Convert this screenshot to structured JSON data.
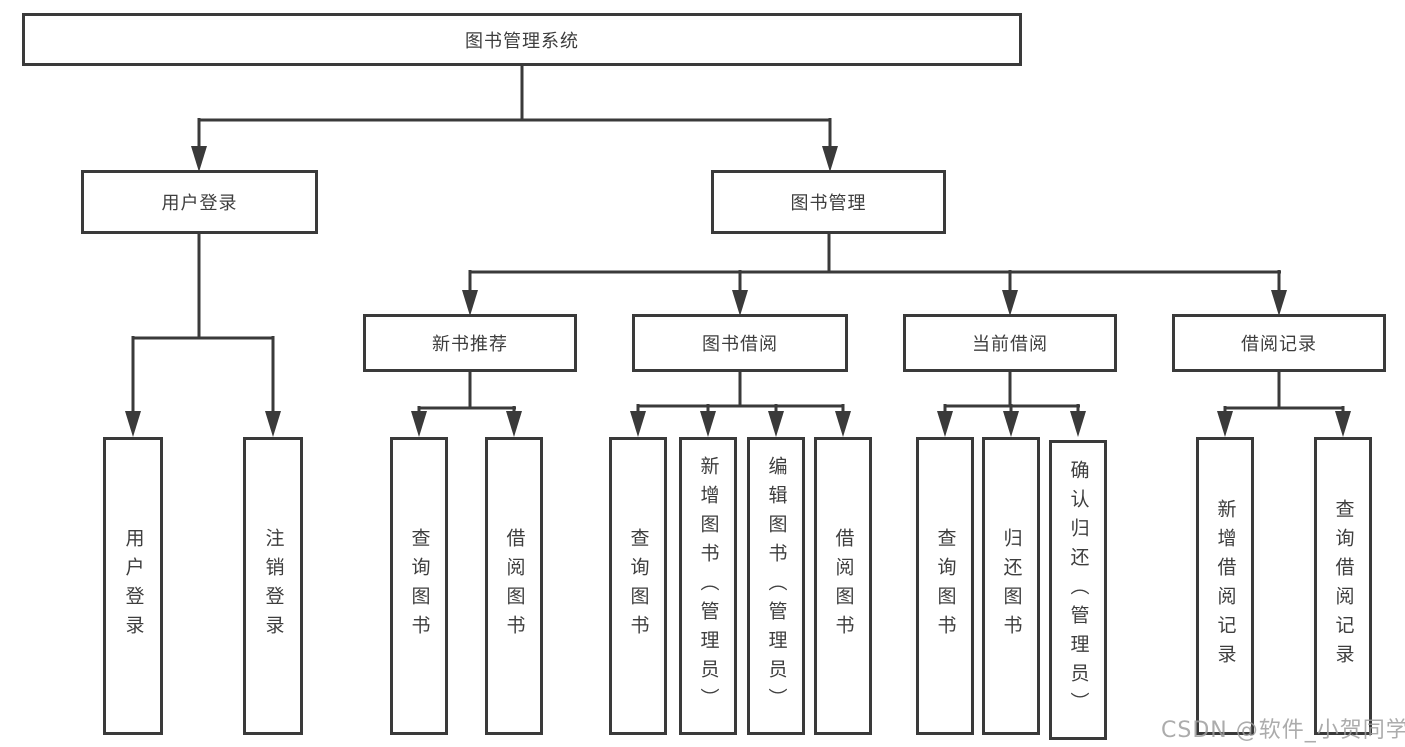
{
  "diagram": {
    "root": "图书管理系统",
    "level2": {
      "user_login": "用户登录",
      "book_mgmt": "图书管理"
    },
    "level3": {
      "new_book_rec": "新书推荐",
      "book_borrow": "图书借阅",
      "current_borrow": "当前借阅",
      "borrow_records": "借阅记录"
    },
    "leaves": {
      "login_login": "用户登录",
      "login_logout": "注销登录",
      "newbook_query": "查询图书",
      "newbook_borrow": "借阅图书",
      "borrow_query": "查询图书",
      "borrow_add": "新增图书（管理员）",
      "borrow_edit": "编辑图书（管理员）",
      "borrow_borrow": "借阅图书",
      "current_query": "查询图书",
      "current_return": "归还图书",
      "current_confirm": "确认归还（管理员）",
      "records_add": "新增借阅记录",
      "records_query": "查询借阅记录"
    },
    "colors": {
      "line": "#3a3a3a",
      "text": "#3e3e3e",
      "background": "#ffffff"
    }
  },
  "watermark": {
    "text": "CSDN @软件_小贺同学"
  }
}
